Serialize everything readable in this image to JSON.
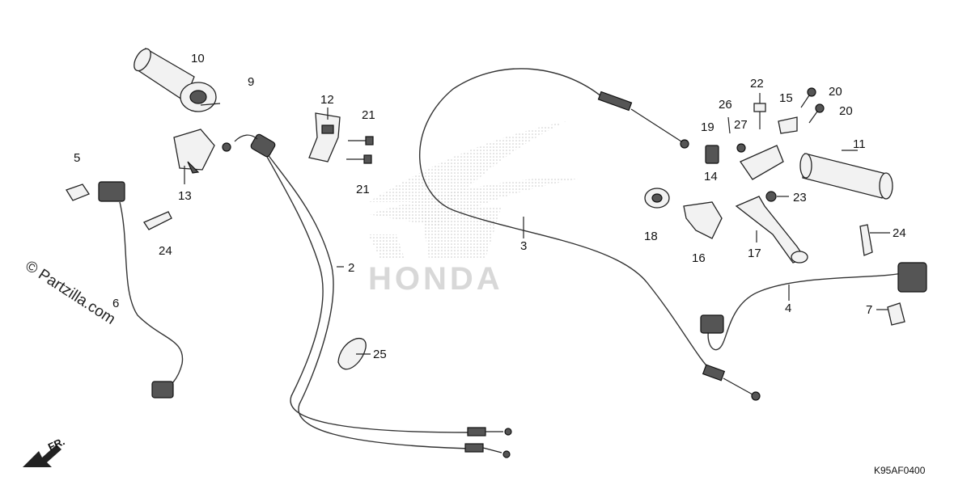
{
  "watermark": "© Partzilla.com",
  "brand_logo_text": "HONDA",
  "diagram_code": "K95AF0400",
  "front_marker": "FR.",
  "callouts": {
    "c1": "10",
    "c2": "9",
    "c3": "12",
    "c4": "21",
    "c5": "21",
    "c6": "5",
    "c7": "13",
    "c8": "24",
    "c9": "6",
    "c10": "2",
    "c11": "25",
    "c12": "3",
    "c13": "22",
    "c14": "26",
    "c15": "27",
    "c16": "19",
    "c17": "14",
    "c18": "15",
    "c19": "20",
    "c20": "20",
    "c21": "11",
    "c22": "18",
    "c23": "16",
    "c24": "23",
    "c25": "17",
    "c26": "24",
    "c27": "4",
    "c28": "7"
  }
}
